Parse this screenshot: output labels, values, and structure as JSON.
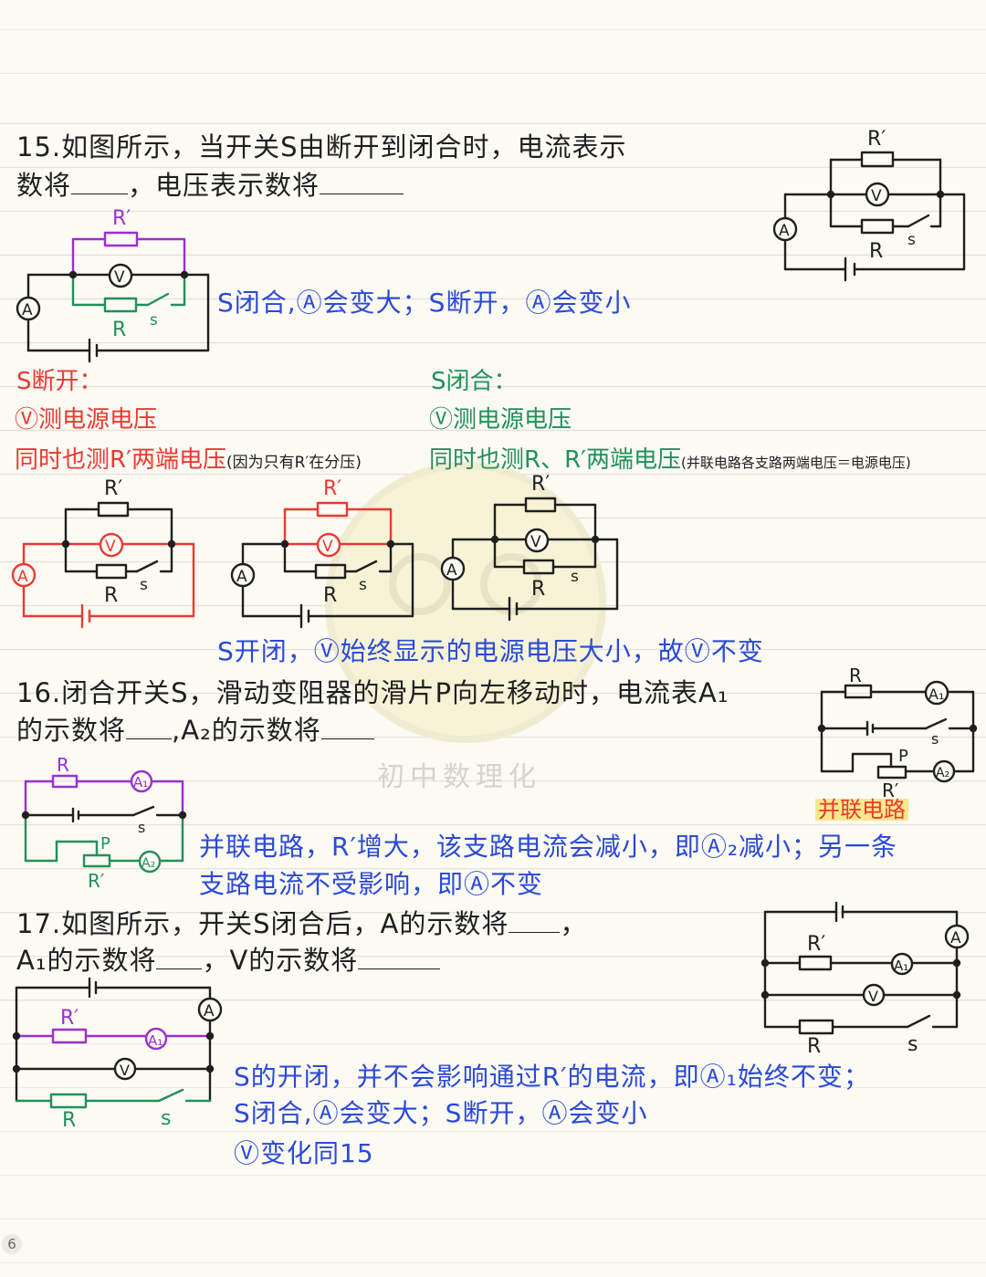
{
  "watermark": "初中数理化",
  "page_number": "6",
  "colors": {
    "ink": "#1f1f1f",
    "blue": "#2b49d8",
    "red": "#e83a33",
    "green": "#22905a",
    "purple": "#9b2fd0",
    "highlight": "#fbe88b"
  },
  "labels": {
    "R_prime": "R′",
    "R": "R",
    "S": "s",
    "P": "P",
    "A": "A",
    "A1": "A₁",
    "A2": "A₂",
    "V": "V"
  },
  "q15": {
    "line1": "15.如图所示，当开关S由断开到闭合时，电流表示",
    "line2_a": "数将",
    "line2_b": "，电压表示数将",
    "answer": "S闭合,Ⓐ会变大；S断开，Ⓐ会变小",
    "open_title": "S断开：",
    "closed_title": "S闭合：",
    "open_v": "Ⓥ测电源电压",
    "closed_v": "Ⓥ测电源电压",
    "open_also": "同时也测R′两端电压",
    "open_reason": "(因为只有R′在分压)",
    "closed_also": "同时也测R、R′两端电压",
    "closed_reason": "(并联电路各支路两端电压＝电源电压)",
    "conclusion": "S开闭，Ⓥ始终显示的电源电压大小，故Ⓥ不变"
  },
  "q16": {
    "line1": "16.闭合开关S，滑动变阻器的滑片P向左移动时，电流表A₁",
    "line2_a": "的示数将",
    "line2_b": ",A₂的示数将",
    "tag": "并联电路",
    "answer1": "并联电路，R′增大，该支路电流会减小，即Ⓐ₂减小；另一条",
    "answer2": "支路电流不受影响，即Ⓐ不变"
  },
  "q17": {
    "line1": "17.如图所示，开关S闭合后，A的示数将",
    "line1_end": "，",
    "line2_a": "A₁的示数将",
    "line2_b": "，V的示数将",
    "answer1": "S的开闭，并不会影响通过R′的电流，即Ⓐ₁始终不变；",
    "answer2": "S闭合,Ⓐ会变大；S断开，Ⓐ会变小",
    "answer3": "Ⓥ变化同15"
  }
}
